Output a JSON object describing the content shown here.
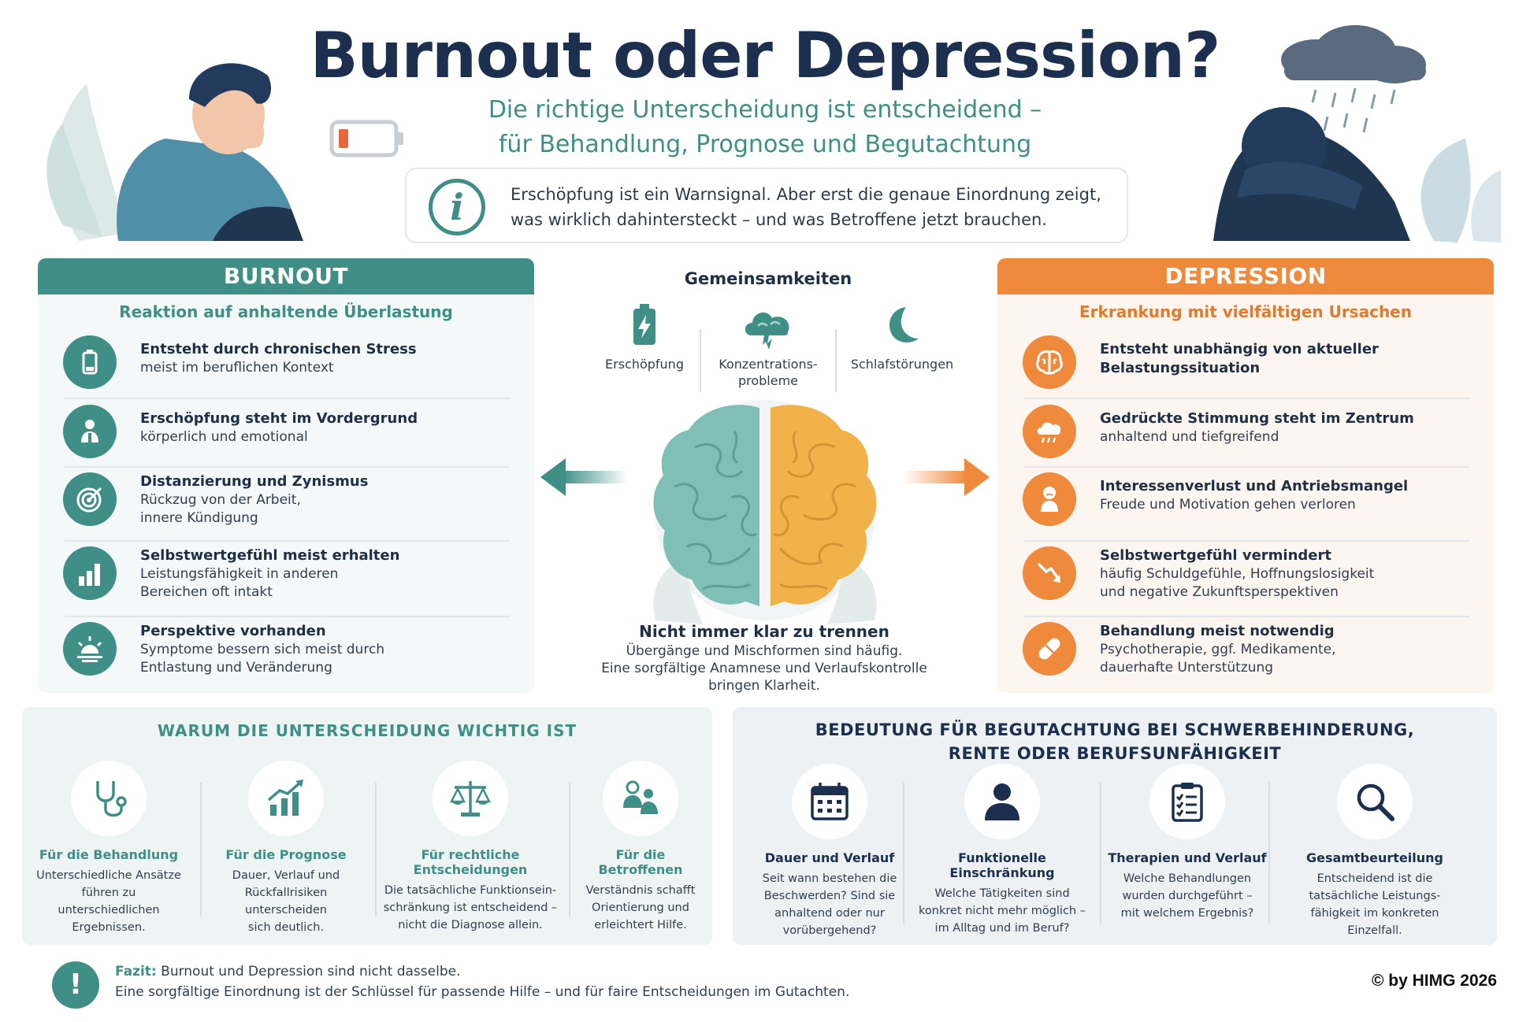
{
  "header": {
    "title": "Burnout oder Depression?",
    "subtitle_line1": "Die richtige Unterscheidung ist entscheidend –",
    "subtitle_line2": "für Behandlung, Prognose und Begutachtung",
    "info_line1": "Erschöpfung ist ein Warnsignal. Aber erst die genaue Einordnung zeigt,",
    "info_line2": "was wirklich dahintersteckt – und was Betroffene jetzt brauchen.",
    "info_icon": "i"
  },
  "burnout": {
    "title": "BURNOUT",
    "subtitle": "Reaktion auf anhaltende Überlastung",
    "items": [
      {
        "heading": "Entsteht durch chronischen Stress",
        "line1": "meist im beruflichen Kontext",
        "line2": "",
        "icon": "battery-icon"
      },
      {
        "heading": "Erschöpfung steht im Vordergrund",
        "line1": "körperlich und emotional",
        "line2": "",
        "icon": "person-icon"
      },
      {
        "heading": "Distanzierung und Zynismus",
        "line1": "Rückzug von der Arbeit,",
        "line2": "innere Kündigung",
        "icon": "target-icon"
      },
      {
        "heading": "Selbstwertgefühl meist erhalten",
        "line1": "Leistungsfähigkeit in anderen",
        "line2": "Bereichen oft intakt",
        "icon": "bar-chart-icon"
      },
      {
        "heading": "Perspektive vorhanden",
        "line1": "Symptome bessern sich meist durch",
        "line2": "Entlastung und Veränderung",
        "icon": "sunrise-icon"
      }
    ]
  },
  "depression": {
    "title": "DEPRESSION",
    "subtitle": "Erkrankung mit vielfältigen Ursachen",
    "items": [
      {
        "heading": "Entsteht unabhängig von aktueller",
        "heading2": "Belastungssituation",
        "line1": "",
        "line2": "",
        "icon": "brain-icon"
      },
      {
        "heading": "Gedrückte Stimmung steht im Zentrum",
        "heading2": "",
        "line1": "anhaltend und tiefgreifend",
        "line2": "",
        "icon": "rain-cloud-icon"
      },
      {
        "heading": "Interessenverlust und Antriebsmangel",
        "heading2": "",
        "line1": "Freude und Motivation gehen verloren",
        "line2": "",
        "icon": "sad-person-icon"
      },
      {
        "heading": "Selbstwertgefühl vermindert",
        "heading2": "",
        "line1": "häufig Schuldgefühle, Hoffnungslosigkeit",
        "line2": "und negative Zukunftsperspektiven",
        "icon": "trend-down-icon"
      },
      {
        "heading": "Behandlung meist notwendig",
        "heading2": "",
        "line1": "Psychotherapie, ggf. Medikamente,",
        "line2": "dauerhafte Unterstützung",
        "icon": "pill-icon"
      }
    ]
  },
  "common": {
    "title": "Gemeinsamkeiten",
    "items": [
      {
        "line1": "Erschöpfung",
        "line2": "",
        "icon": "low-battery-icon"
      },
      {
        "line1": "Konzentrations-",
        "line2": "probleme",
        "icon": "cloud-icon"
      },
      {
        "line1": "Schlafstörungen",
        "line2": "",
        "icon": "moon-icon"
      }
    ],
    "center_heading": "Nicht immer klar zu trennen",
    "center_line1": "Übergänge und Mischformen sind häufig.",
    "center_line2": "Eine sorgfältige Anamnese und Verlaufskontrolle",
    "center_line3": "bringen Klarheit."
  },
  "why": {
    "title": "WARUM DIE UNTERSCHEIDUNG WICHTIG IST",
    "cards": [
      {
        "heading": "Für die Behandlung",
        "line1": "Unterschiedliche Ansätze",
        "line2": "führen zu unterschiedlichen",
        "line3": "Ergebnissen.",
        "icon": "stethoscope-icon"
      },
      {
        "heading": "Für die Prognose",
        "line1": "Dauer, Verlauf und",
        "line2": "Rückfallrisiken unterscheiden",
        "line3": "sich deutlich.",
        "icon": "growth-chart-icon"
      },
      {
        "heading": "Für rechtliche Entscheidungen",
        "line1": "Die tatsächliche Funktionsein-",
        "line2": "schränkung ist entscheidend –",
        "line3": "nicht die Diagnose allein.",
        "icon": "scales-icon"
      },
      {
        "heading": "Für die Betroffenen",
        "line1": "Verständnis schafft",
        "line2": "Orientierung und",
        "line3": "erleichtert Hilfe.",
        "icon": "people-icon"
      }
    ]
  },
  "assessment": {
    "title_line1": "BEDEUTUNG FÜR BEGUTACHTUNG BEI SCHWERBEHINDERUNG,",
    "title_line2": "RENTE ODER BERUFSUNFÄHIGKEIT",
    "cards": [
      {
        "heading": "Dauer und Verlauf",
        "line1": "Seit wann bestehen die",
        "line2": "Beschwerden? Sind sie",
        "line3": "anhaltend oder nur",
        "line4": "vorübergehend?",
        "icon": "calendar-icon"
      },
      {
        "heading": "Funktionelle Einschränkung",
        "line1": "Welche Tätigkeiten sind",
        "line2": "konkret nicht mehr möglich –",
        "line3": "im Alltag und im Beruf?",
        "line4": "",
        "icon": "user-icon"
      },
      {
        "heading": "Therapien und Verlauf",
        "line1": "Welche Behandlungen",
        "line2": "wurden durchgeführt –",
        "line3": "mit welchem Ergebnis?",
        "line4": "",
        "icon": "clipboard-icon"
      },
      {
        "heading": "Gesamtbeurteilung",
        "line1": "Entscheidend ist die",
        "line2": "tatsächliche Leistungs-",
        "line3": "fähigkeit im konkreten",
        "line4": "Einzelfall.",
        "icon": "magnifier-icon"
      }
    ]
  },
  "footer": {
    "icon": "!",
    "fazit_label": "Fazit:",
    "fazit_line1": "Burnout und Depression sind nicht dasselbe.",
    "fazit_line2": "Eine sorgfältige Einordnung ist der Schlüssel für passende Hilfe – und für faire Entscheidungen im Gutachten.",
    "copyright": "© by HIMG 2026"
  },
  "colors": {
    "teal": "#3f8f86",
    "orange": "#ef8a3c",
    "navy": "#1c2f4e"
  }
}
